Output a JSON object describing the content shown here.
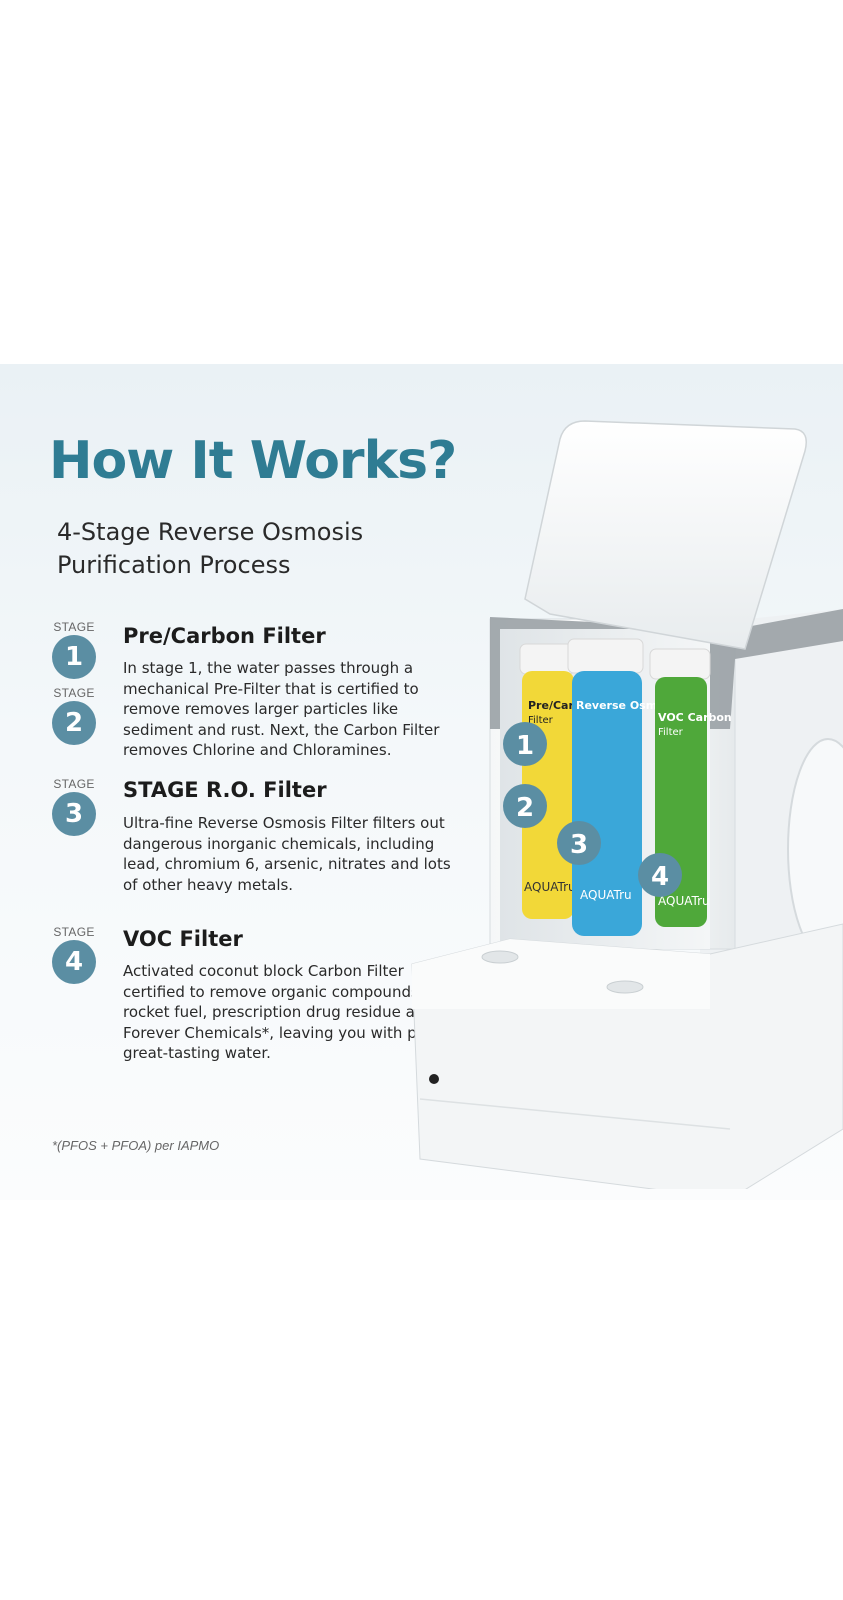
{
  "title": "How It Works?",
  "subtitle": "4-Stage Reverse Osmosis Purification Process",
  "stage_label": "STAGE",
  "stages": [
    {
      "heading": "Pre/Carbon Filter",
      "numbers": [
        "1",
        "2"
      ],
      "body": "In stage 1, the water passes through a mechanical Pre-Filter that is certified to remove removes larger particles like sediment and rust. Next, the Carbon Filter removes Chlorine and Chloramines."
    },
    {
      "heading": "STAGE R.O. Filter",
      "numbers": [
        "3"
      ],
      "body": "Ultra-fine Reverse Osmosis Filter filters out dangerous inorganic chemicals, including lead, chromium 6, arsenic, nitrates and lots of other heavy metals."
    },
    {
      "heading": "VOC Filter",
      "numbers": [
        "4"
      ],
      "body": "Activated coconut block Carbon Filter certified to remove organic compounds like rocket fuel, prescription drug residue and Forever Chemicals*, leaving you with pure, great-tasting water."
    }
  ],
  "footnote": "*(PFOS + PFOA) per IAPMO",
  "device": {
    "filters": [
      {
        "label": "Pre/Carbon",
        "sub": "Filter",
        "brand": "AQUATru",
        "color": "#f2d838"
      },
      {
        "label": "Reverse Osmosis",
        "sub": "",
        "brand": "AQUATru",
        "color": "#3aa7d9"
      },
      {
        "label": "VOC Carbon",
        "sub": "Filter",
        "brand": "AQUATru",
        "color": "#4fa83a"
      }
    ],
    "markers": [
      "1",
      "2",
      "3",
      "4"
    ]
  },
  "colors": {
    "title": "#2f7c93",
    "badge": "#5b8ea3",
    "text": "#2a2a2a"
  }
}
